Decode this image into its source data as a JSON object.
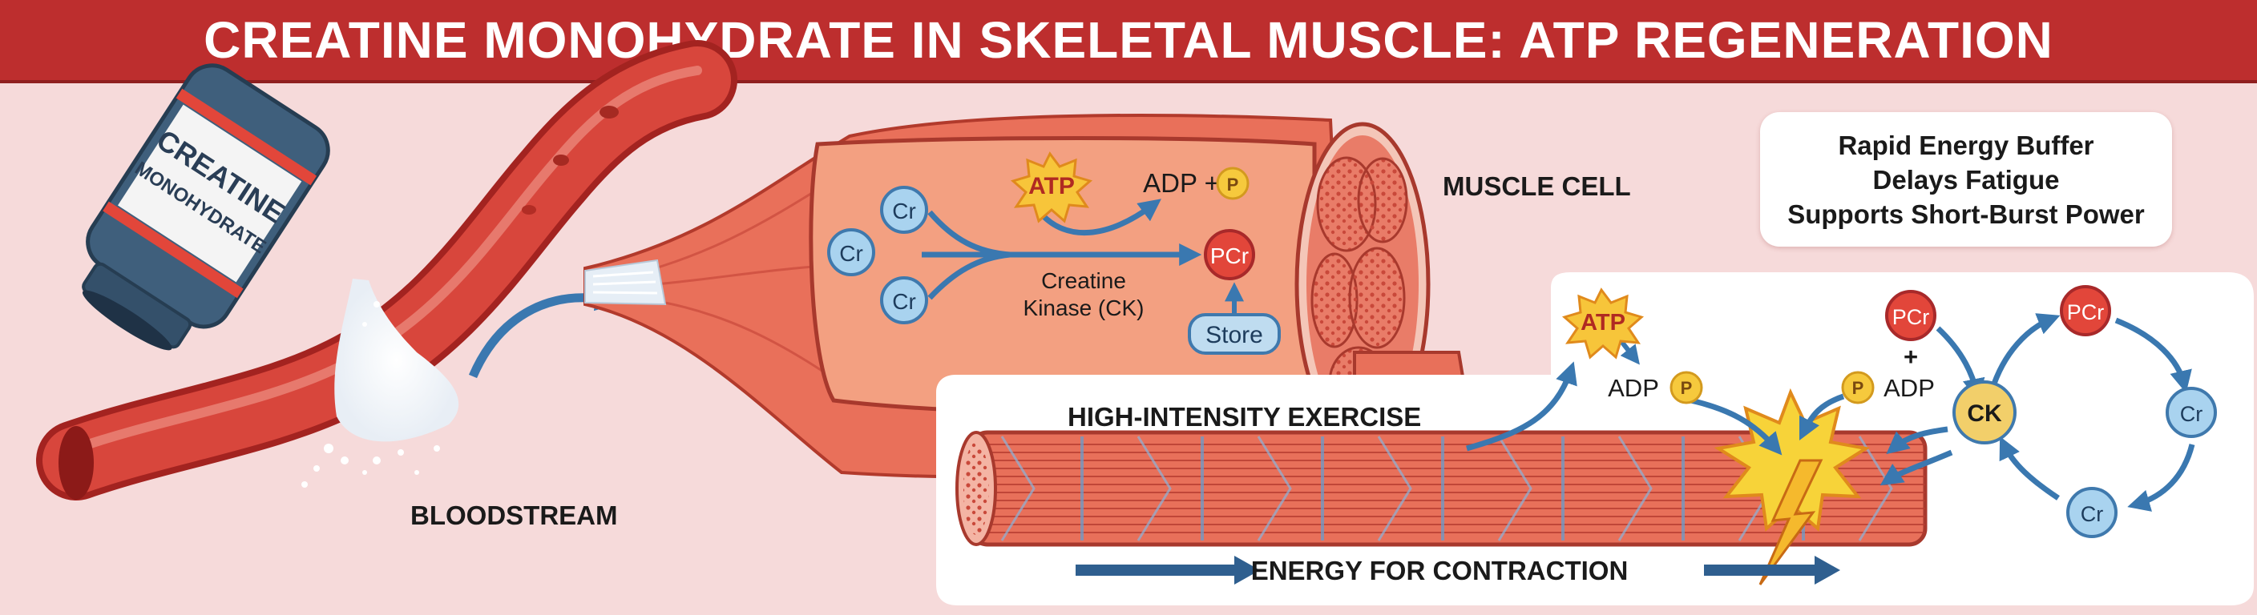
{
  "title": "CREATINE MONOHYDRATE IN SKELETAL MUSCLE: ATP REGENERATION",
  "bottle": {
    "line1": "CREATINE",
    "line2": "MONOHYDRATE"
  },
  "labels": {
    "bloodstream": "BLOODSTREAM",
    "muscle_cell": "MUSCLE CELL",
    "exercise": "HIGH-INTENSITY EXERCISE",
    "energy": "ENERGY FOR CONTRACTION"
  },
  "cell_panel": {
    "cr": "Cr",
    "atp": "ATP",
    "adp_plus": "ADP +",
    "p": "P",
    "pcr": "PCr",
    "enzyme_line1": "Creatine",
    "enzyme_line2": "Kinase (CK)",
    "store": "Store"
  },
  "exercise_panel": {
    "atp": "ATP",
    "adp": "ADP",
    "p": "P",
    "pcr": "PCr",
    "plus": "+",
    "ck": "CK",
    "cr": "Cr"
  },
  "benefits": [
    "Rapid Energy Buffer",
    "Delays Fatigue",
    "Supports Short-Burst Power"
  ],
  "colors": {
    "title_bar": "#bd2e2e",
    "background": "#f6dada",
    "blood_vessel": "#cf3a32",
    "muscle": "#e9705a",
    "cr_circle": "#a9d3ef",
    "pcr_circle": "#e2463a",
    "phosphate": "#f6c93d",
    "ck_circle": "#f2cf6a",
    "arrow": "#3a78b0"
  }
}
